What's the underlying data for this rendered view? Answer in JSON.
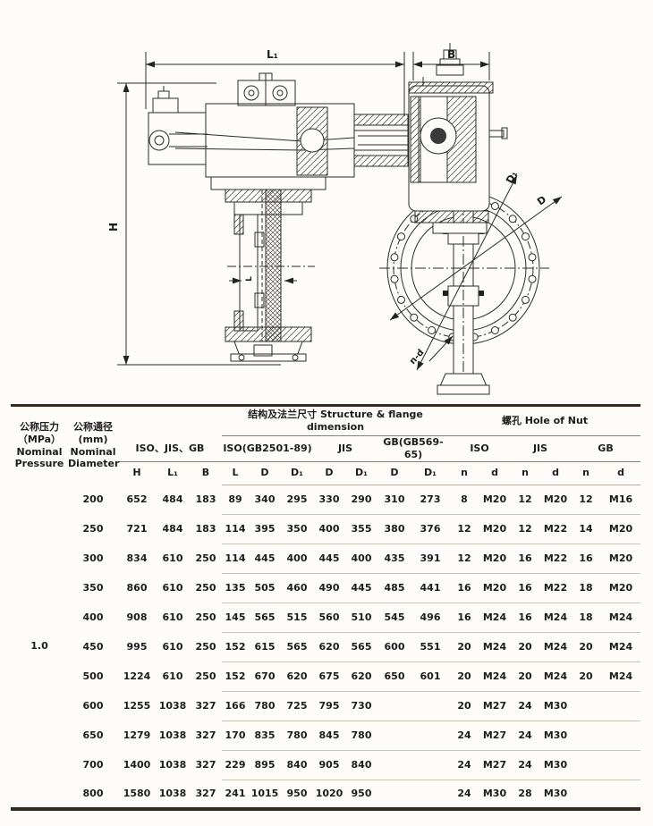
{
  "drawing": {
    "front_view": {
      "dim_top": "L₁",
      "dim_height": "H",
      "dim_face": "L"
    },
    "side_view": {
      "dim_top": "B",
      "dim_bolt_circle": "D₁",
      "dim_outer": "D",
      "dim_holes": "n-d"
    }
  },
  "colors": {
    "line": "#2b2b2b",
    "table_border": "#332a24",
    "row_separator": "#ccc3b9"
  },
  "table": {
    "header": {
      "pressure": {
        "zh": "公称压力",
        "unit": "（MPa）",
        "en1": "Nominal",
        "en2": "Pressure"
      },
      "diameter": {
        "zh": "公称通径",
        "unit": "(mm)",
        "en1": "Nominal",
        "en2": "Diameter"
      },
      "structure_title": "结构及法兰尺寸 Structure & flange dimension",
      "hole_title": "螺孔 Hole of Nut",
      "groups": [
        "ISO、JIS、GB",
        "ISO(GB2501-89)",
        "JIS",
        "GB(GB569-65)",
        "ISO",
        "JIS",
        "GB"
      ],
      "cols": [
        "H",
        "L₁",
        "B",
        "L",
        "D",
        "D₁",
        "D",
        "D₁",
        "D",
        "D₁",
        "n",
        "d",
        "n",
        "d",
        "n",
        "d"
      ]
    },
    "pressure_value": "1.0",
    "rows": [
      {
        "dn": "200",
        "values": [
          "652",
          "484",
          "183",
          "89",
          "340",
          "295",
          "330",
          "290",
          "310",
          "273",
          "8",
          "M20",
          "12",
          "M20",
          "12",
          "M16"
        ]
      },
      {
        "dn": "250",
        "values": [
          "721",
          "484",
          "183",
          "114",
          "395",
          "350",
          "400",
          "355",
          "380",
          "376",
          "12",
          "M20",
          "12",
          "M22",
          "14",
          "M20"
        ]
      },
      {
        "dn": "300",
        "values": [
          "834",
          "610",
          "250",
          "114",
          "445",
          "400",
          "445",
          "400",
          "435",
          "391",
          "12",
          "M20",
          "16",
          "M22",
          "16",
          "M20"
        ]
      },
      {
        "dn": "350",
        "values": [
          "860",
          "610",
          "250",
          "135",
          "505",
          "460",
          "490",
          "445",
          "485",
          "441",
          "16",
          "M20",
          "16",
          "M22",
          "18",
          "M20"
        ]
      },
      {
        "dn": "400",
        "values": [
          "908",
          "610",
          "250",
          "145",
          "565",
          "515",
          "560",
          "510",
          "545",
          "496",
          "16",
          "M24",
          "16",
          "M24",
          "18",
          "M24"
        ]
      },
      {
        "dn": "450",
        "values": [
          "995",
          "610",
          "250",
          "152",
          "615",
          "565",
          "620",
          "565",
          "600",
          "551",
          "20",
          "M24",
          "20",
          "M24",
          "20",
          "M24"
        ]
      },
      {
        "dn": "500",
        "values": [
          "1224",
          "610",
          "250",
          "152",
          "670",
          "620",
          "675",
          "620",
          "650",
          "601",
          "20",
          "M24",
          "20",
          "M24",
          "20",
          "M24"
        ]
      },
      {
        "dn": "600",
        "values": [
          "1255",
          "1038",
          "327",
          "166",
          "780",
          "725",
          "795",
          "730",
          "",
          "",
          "20",
          "M27",
          "24",
          "M30",
          "",
          ""
        ]
      },
      {
        "dn": "650",
        "values": [
          "1279",
          "1038",
          "327",
          "170",
          "835",
          "780",
          "845",
          "780",
          "",
          "",
          "24",
          "M27",
          "24",
          "M30",
          "",
          ""
        ]
      },
      {
        "dn": "700",
        "values": [
          "1400",
          "1038",
          "327",
          "229",
          "895",
          "840",
          "905",
          "840",
          "",
          "",
          "24",
          "M27",
          "24",
          "M30",
          "",
          ""
        ]
      },
      {
        "dn": "800",
        "values": [
          "1580",
          "1038",
          "327",
          "241",
          "1015",
          "950",
          "1020",
          "950",
          "",
          "",
          "24",
          "M30",
          "28",
          "M30",
          "",
          ""
        ]
      }
    ]
  }
}
